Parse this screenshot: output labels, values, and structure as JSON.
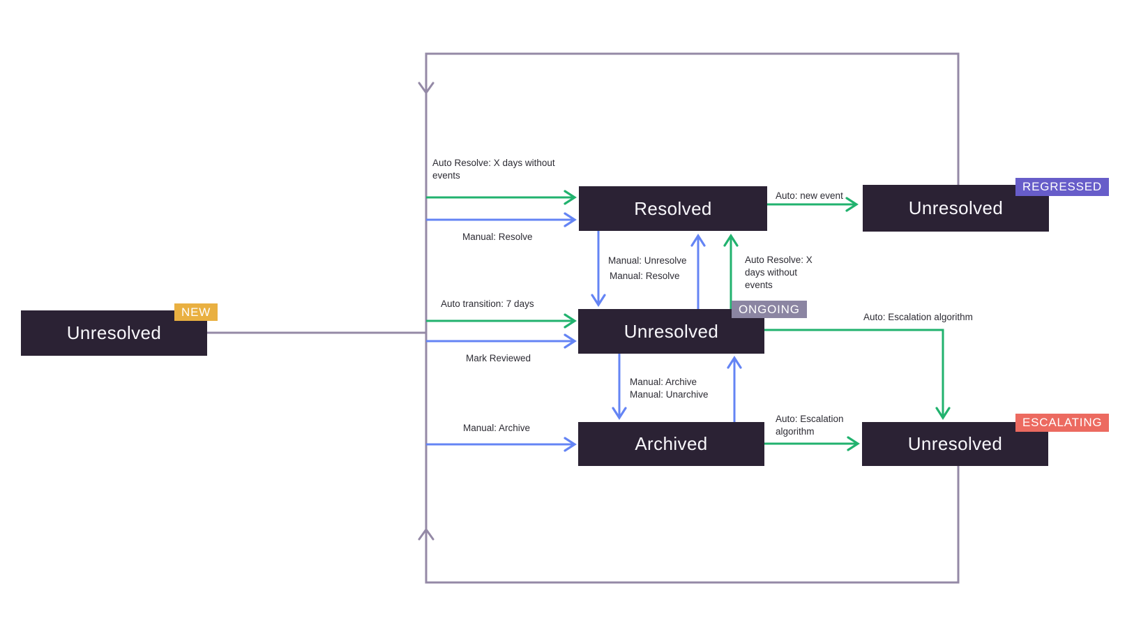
{
  "nodes": {
    "new": {
      "label": "Unresolved",
      "badge": "NEW"
    },
    "resolved": {
      "label": "Resolved"
    },
    "regressed": {
      "label": "Unresolved",
      "badge": "REGRESSED"
    },
    "ongoing": {
      "label": "Unresolved",
      "badge": "ONGOING"
    },
    "archived": {
      "label": "Archived"
    },
    "escalating": {
      "label": "Unresolved",
      "badge": "ESCALATING"
    }
  },
  "edges": [
    {
      "from": "new",
      "to": "resolved",
      "type": "auto",
      "label": "Auto Resolve: X days without events"
    },
    {
      "from": "new",
      "to": "resolved",
      "type": "manual",
      "label": "Manual: Resolve"
    },
    {
      "from": "resolved",
      "to": "regressed",
      "type": "auto",
      "label": "Auto: new event"
    },
    {
      "from": "resolved",
      "to": "ongoing",
      "type": "manual",
      "label": "Manual: Unresolve"
    },
    {
      "from": "ongoing",
      "to": "resolved",
      "type": "manual",
      "label": "Manual: Resolve"
    },
    {
      "from": "ongoing",
      "to": "resolved",
      "type": "auto",
      "label": "Auto Resolve: X days without events"
    },
    {
      "from": "new",
      "to": "ongoing",
      "type": "auto",
      "label": "Auto transition: 7 days"
    },
    {
      "from": "new",
      "to": "ongoing",
      "type": "manual",
      "label": "Mark Reviewed"
    },
    {
      "from": "ongoing",
      "to": "escalating",
      "type": "auto",
      "label": "Auto: Escalation algorithm"
    },
    {
      "from": "ongoing",
      "to": "archived",
      "type": "manual",
      "label": "Manual: Archive"
    },
    {
      "from": "archived",
      "to": "ongoing",
      "type": "manual",
      "label": "Manual: Unarchive"
    },
    {
      "from": "new",
      "to": "archived",
      "type": "manual",
      "label": "Manual: Archive"
    },
    {
      "from": "archived",
      "to": "escalating",
      "type": "auto",
      "label": "Auto: Escalation algorithm"
    },
    {
      "from": "regressed",
      "to": "new",
      "type": "loopback",
      "label": ""
    },
    {
      "from": "escalating",
      "to": "new",
      "type": "loopback",
      "label": ""
    }
  ],
  "colors": {
    "node_bg": "#2b2234",
    "node_text": "#f8f7fb",
    "auto_green": "#21b26e",
    "manual_blue": "#6484f4",
    "loop_purple": "#9489a6",
    "label_text": "#2c2b33",
    "badge_new": "#e9b041",
    "badge_regressed": "#675dc9",
    "badge_ongoing": "#8b85a2",
    "badge_escalating": "#ec6a60"
  }
}
